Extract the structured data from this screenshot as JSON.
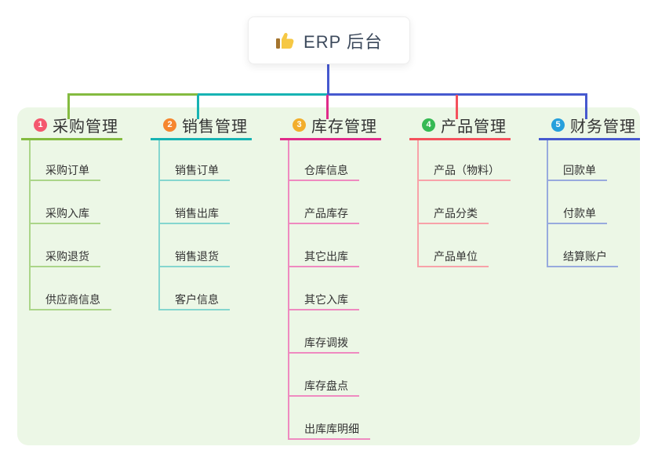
{
  "root": {
    "label": "ERP 后台",
    "icon": "thumbs-up-icon"
  },
  "colors": {
    "panel_bg": "#ecf7e6",
    "root_text": "#3d4a5c",
    "node_text": "#333333",
    "stem": "#4659cf",
    "thumb_yellow": "#f6c844",
    "thumb_cuff": "#a4742e"
  },
  "branches": [
    {
      "badge": "1",
      "badge_color": "#f4586e",
      "label": "采购管理",
      "line_color": "#84bb40",
      "child_line_color": "#abd589",
      "children": [
        "采购订单",
        "采购入库",
        "采购退货",
        "供应商信息"
      ]
    },
    {
      "badge": "2",
      "badge_color": "#f6862f",
      "label": "销售管理",
      "line_color": "#17b3b3",
      "child_line_color": "#85d6cf",
      "children": [
        "销售订单",
        "销售出库",
        "销售退货",
        "客户信息"
      ]
    },
    {
      "badge": "3",
      "badge_color": "#f2ae2c",
      "label": "库存管理",
      "line_color": "#e02b8a",
      "child_line_color": "#ef8ac0",
      "children": [
        "仓库信息",
        "产品库存",
        "其它出库",
        "其它入库",
        "库存调拨",
        "库存盘点",
        "出库库明细"
      ]
    },
    {
      "badge": "4",
      "badge_color": "#36b954",
      "label": "产品管理",
      "line_color": "#f4515c",
      "child_line_color": "#f8a2a9",
      "children": [
        "产品（物料）",
        "产品分类",
        "产品单位"
      ]
    },
    {
      "badge": "5",
      "badge_color": "#27a0dc",
      "label": "财务管理",
      "line_color": "#4659cf",
      "child_line_color": "#98aade",
      "children": [
        "回款单",
        "付款单",
        "结算账户"
      ]
    }
  ]
}
